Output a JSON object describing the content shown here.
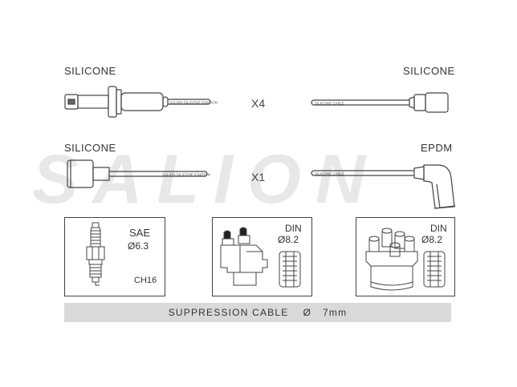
{
  "watermark": "SALION",
  "rows": [
    {
      "left_label": "SILICONE",
      "right_label": "SILICONE",
      "quantity": "X4",
      "left_cable_print": "SALION SILICONE IGNITION",
      "right_cable_print": "SILICONE CABLE"
    },
    {
      "left_label": "SILICONE",
      "right_label": "EPDM",
      "quantity": "X1",
      "left_cable_print": "SALION SILICONE IGNITION",
      "right_cable_print": "SILICONE CABLE"
    }
  ],
  "boxes": {
    "spark_plug": {
      "standard": "SAE",
      "diameter": "Ø6.3",
      "code": "CH16"
    },
    "coil": {
      "standard": "DIN",
      "diameter": "Ø8.2"
    },
    "distributor": {
      "standard": "DIN",
      "diameter": "Ø8.2"
    }
  },
  "footer": {
    "label": "SUPPRESSION CABLE",
    "symbol": "Ø",
    "value": "7mm"
  },
  "colors": {
    "line": "#444444",
    "bar": "#d9d9d9",
    "watermark": "#e6e6e6"
  },
  "icons": [
    "spark-plug-icon",
    "ignition-coil-icon",
    "distributor-cap-icon",
    "boot-detail-icon"
  ]
}
